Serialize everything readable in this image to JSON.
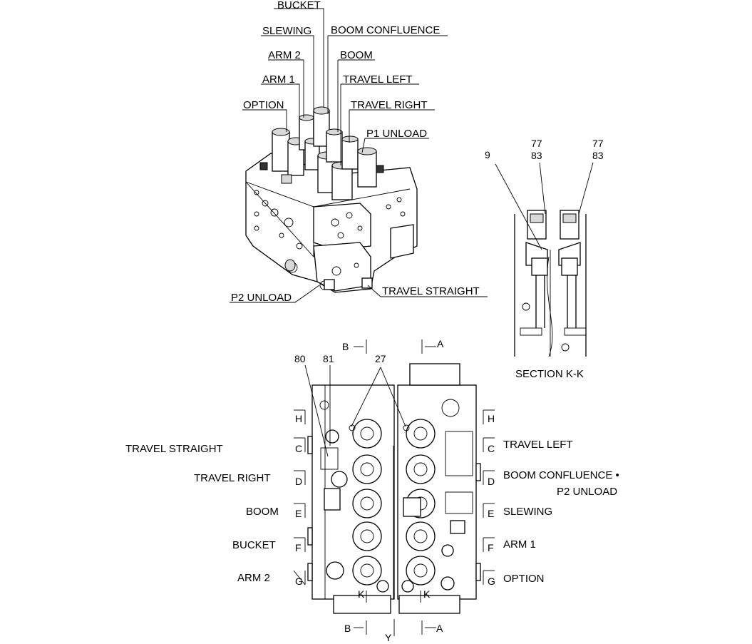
{
  "iso_labels": {
    "bucket": "BUCKET",
    "slewing": "SLEWING",
    "boom_confluence": "BOOM CONFLUENCE",
    "arm2": "ARM 2",
    "boom": "BOOM",
    "arm1": "ARM 1",
    "travel_left": "TRAVEL LEFT",
    "option": "OPTION",
    "travel_right": "TRAVEL RIGHT",
    "p1_unload": "P1 UNLOAD",
    "p2_unload": "P2 UNLOAD",
    "travel_straight": "TRAVEL STRAIGHT"
  },
  "section": {
    "caption": "SECTION   K-K",
    "ref_9": "9",
    "ref_77a": "77",
    "ref_83a": "83",
    "ref_77b": "77",
    "ref_83b": "83"
  },
  "front": {
    "ref_80": "80",
    "ref_81": "81",
    "ref_27": "27",
    "top_b": "B",
    "top_a": "A",
    "bottom_b": "B",
    "bottom_a": "A",
    "y": "Y",
    "k_left": "K",
    "k_right": "K",
    "left_labels": [
      "TRAVEL STRAIGHT",
      "TRAVEL RIGHT",
      "BOOM",
      "BUCKET",
      "ARM 2"
    ],
    "right_labels": [
      "TRAVEL LEFT",
      "BOOM CONFLUENCE •",
      "P2 UNLOAD",
      "SLEWING",
      "ARM 1",
      "OPTION"
    ],
    "left_section_letters": [
      "H",
      "C",
      "D",
      "E",
      "F",
      "G"
    ],
    "right_section_letters": [
      "H",
      "C",
      "D",
      "E",
      "F",
      "G"
    ]
  }
}
